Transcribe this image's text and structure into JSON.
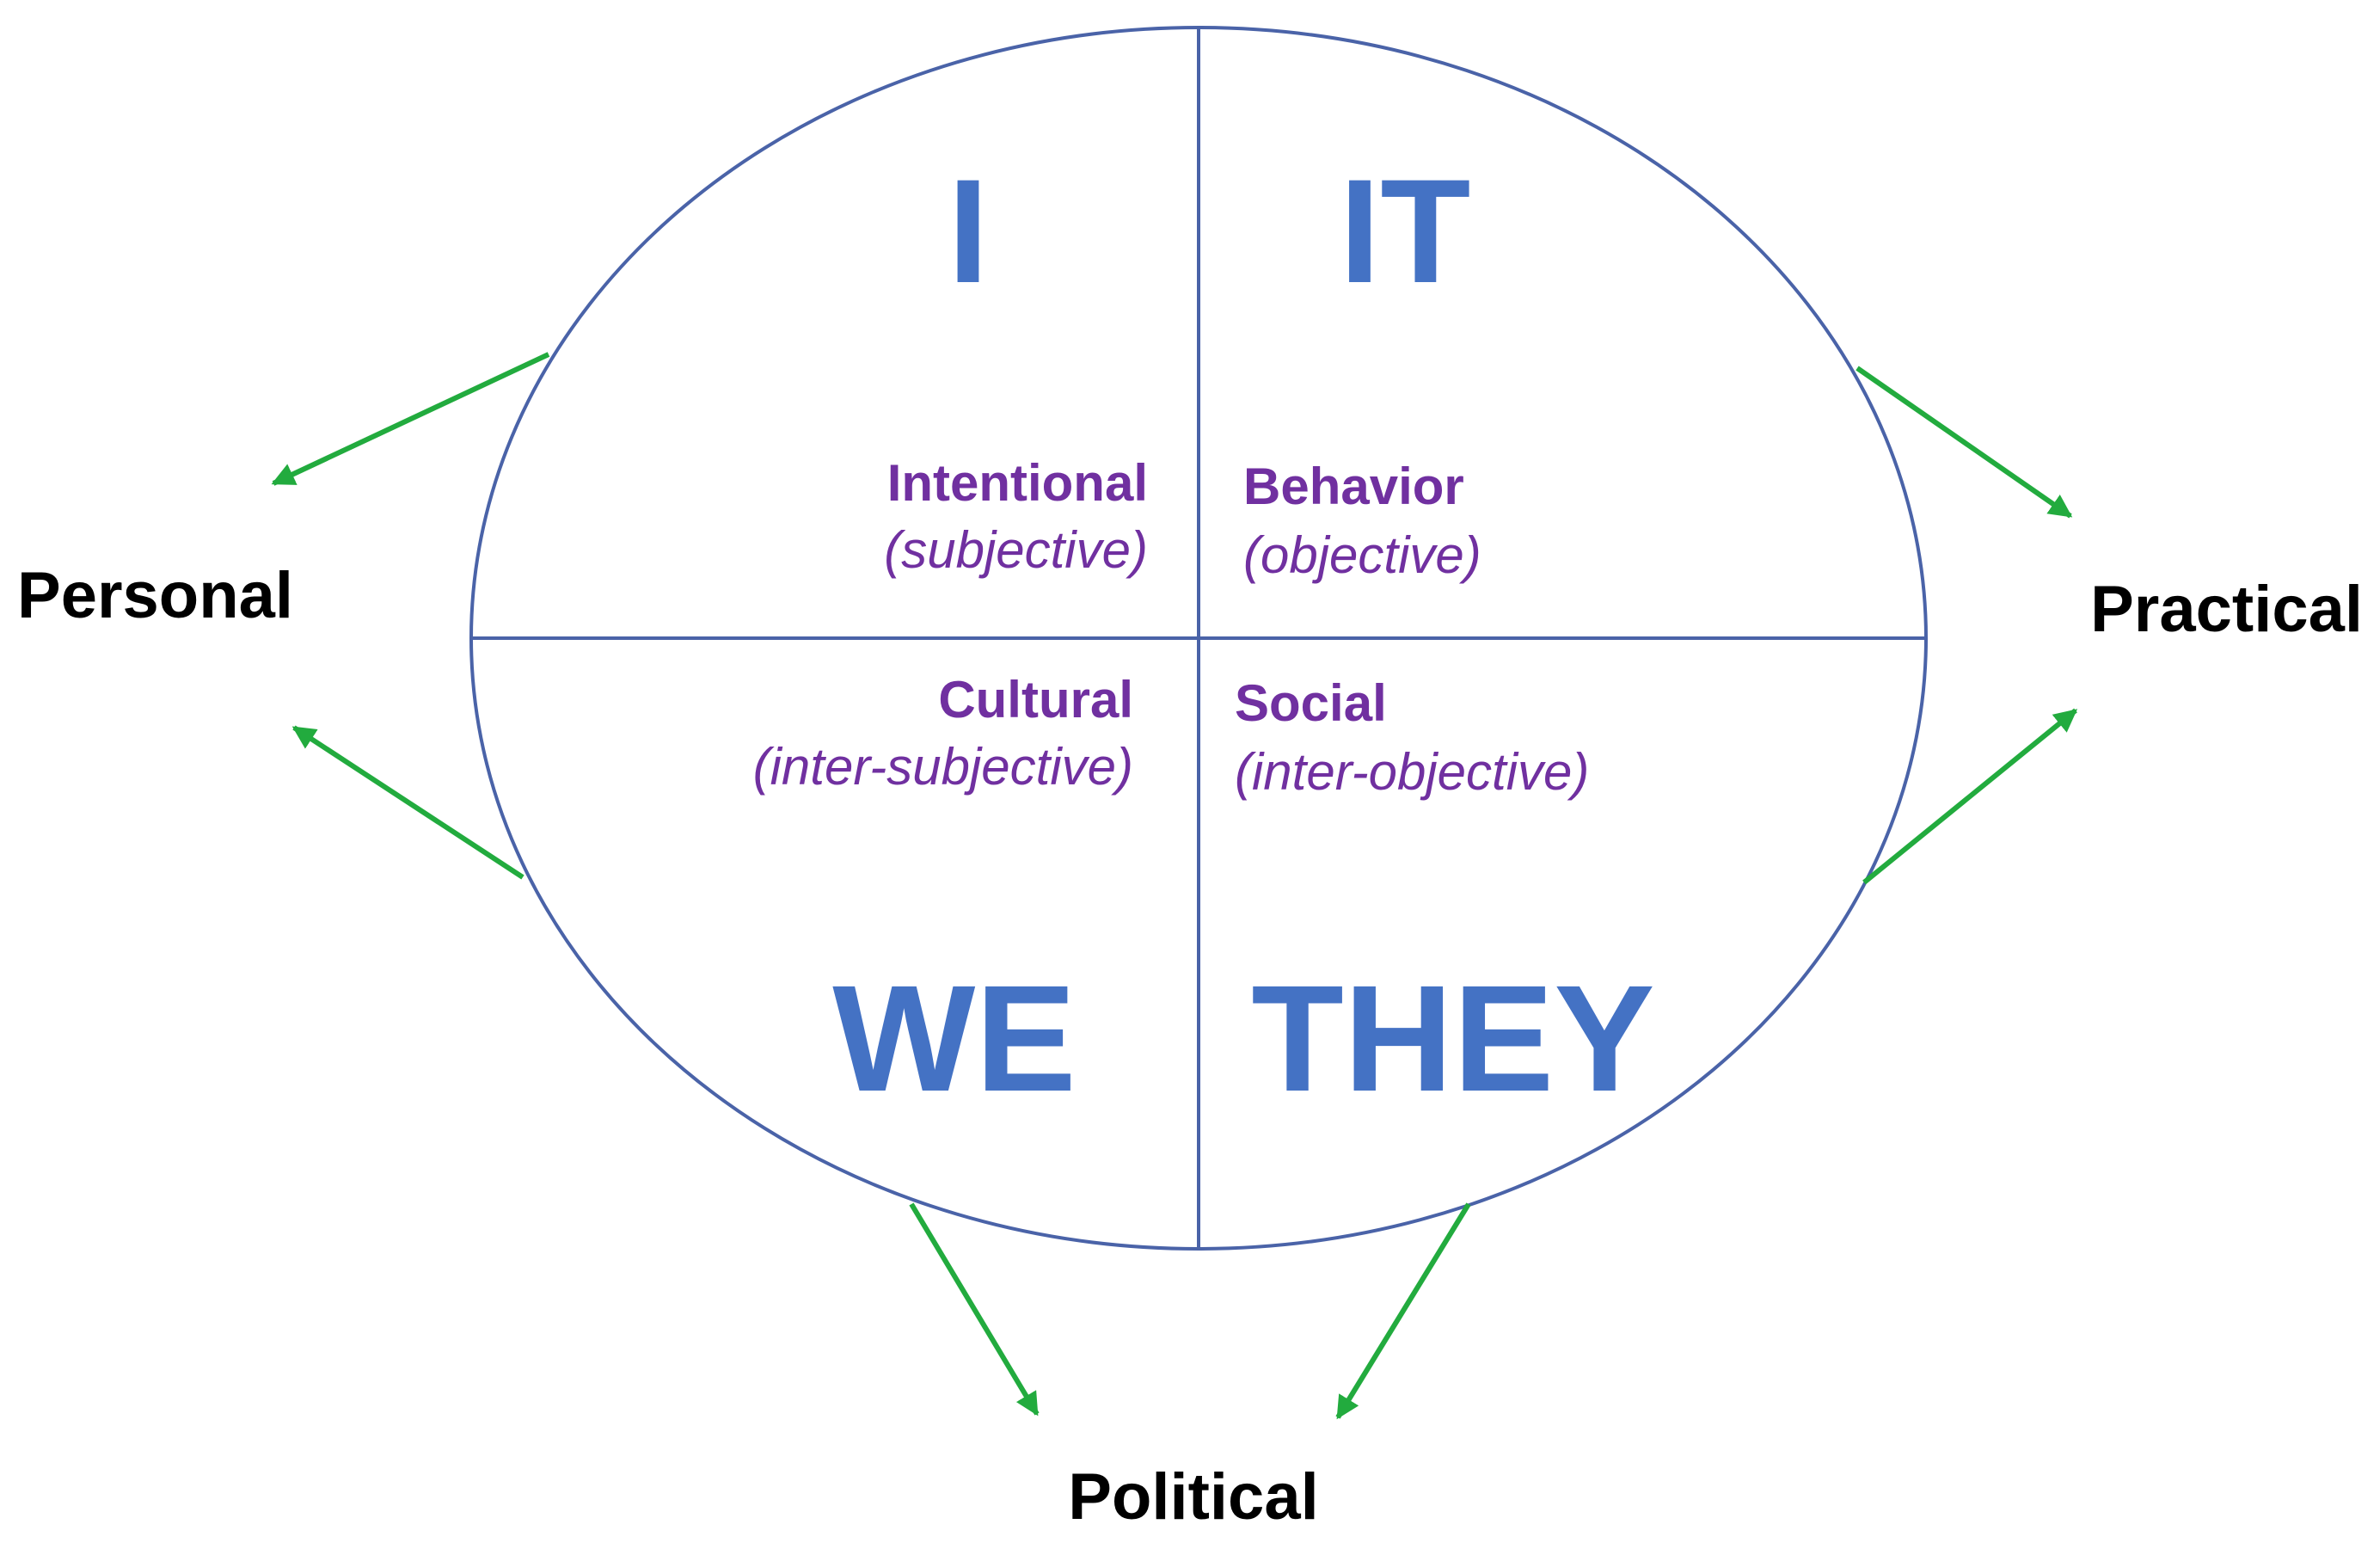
{
  "colors": {
    "outline": "#4a63a8",
    "big_text": "#4472c4",
    "quadrant_text": "#7030a0",
    "arrow": "#22ab3e",
    "outer_text": "#000000"
  },
  "quadrants": {
    "top_left": {
      "big": "I",
      "label": "Intentional",
      "sub": "(subjective)"
    },
    "top_right": {
      "big": "IT",
      "label": "Behavior",
      "sub": "(objective)"
    },
    "bottom_left": {
      "big": "WE",
      "label": "Cultural",
      "sub": "(inter-subjective)"
    },
    "bottom_right": {
      "big": "THEY",
      "label": "Social",
      "sub": "(inter-objective)"
    }
  },
  "outer_labels": {
    "left": "Personal",
    "right": "Practical",
    "bottom": "Political"
  }
}
